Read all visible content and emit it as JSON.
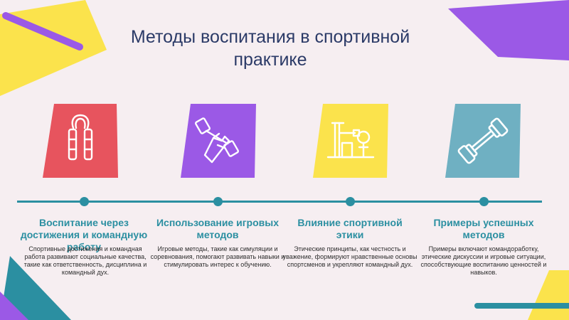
{
  "title": "Методы воспитания в спортивной практике",
  "colors": {
    "background": "#f6eef1",
    "accent": "#2b8fa1",
    "title": "#2b3a67",
    "red": "#e7545e",
    "purple": "#9b59e6",
    "yellow": "#fbe34c",
    "teal": "#6fb0c2"
  },
  "methods": [
    {
      "icon": "hand-grip-icon",
      "heading": "Воспитание через достижения и командную работу",
      "description": "Спортивные достижения и командная работа развивают социальные качества, такие как ответственность, дисциплина и командный дух."
    },
    {
      "icon": "hand-dumbbell-icon",
      "heading": "Использование игровых методов",
      "description": "Игровые методы, такие как симуляции и соревнования, помогают развивать навыки и стимулировать интерес к обучению."
    },
    {
      "icon": "gym-equipment-icon",
      "heading": "Влияние спортивной этики",
      "description": "Этические принципы, как честность и уважение, формируют нравственные основы спортсменов и укрепляют командный дух."
    },
    {
      "icon": "dumbbell-icon",
      "heading": "Примеры успешных методов",
      "description": "Примеры включают командоработку, этические дискуссии и игровые ситуации, способствующие воспитанию ценностей и навыков."
    }
  ]
}
